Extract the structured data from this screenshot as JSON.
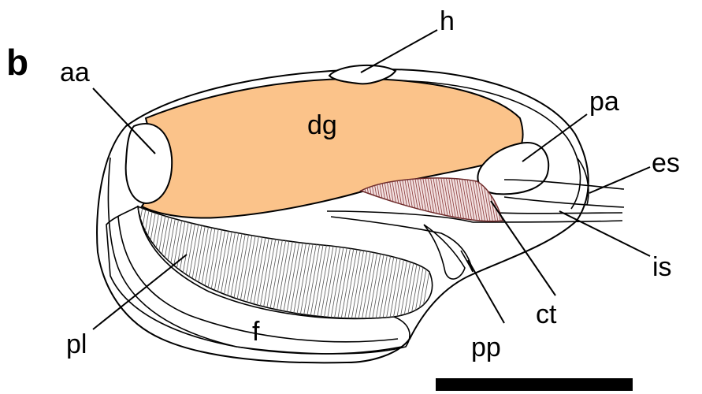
{
  "panel_label": "b",
  "labels": {
    "h": "h",
    "aa": "aa",
    "dg": "dg",
    "pa": "pa",
    "es": "es",
    "is": "is",
    "ct": "ct",
    "pp": "pp",
    "pl": "pl",
    "f": "f"
  },
  "colors": {
    "digestive_gland": "#fbc38a",
    "ctenidium": "#f2e0e0",
    "ctenidium_hatch": "#8b3a3a",
    "outline": "#000000",
    "scale_bar": "#000000"
  }
}
